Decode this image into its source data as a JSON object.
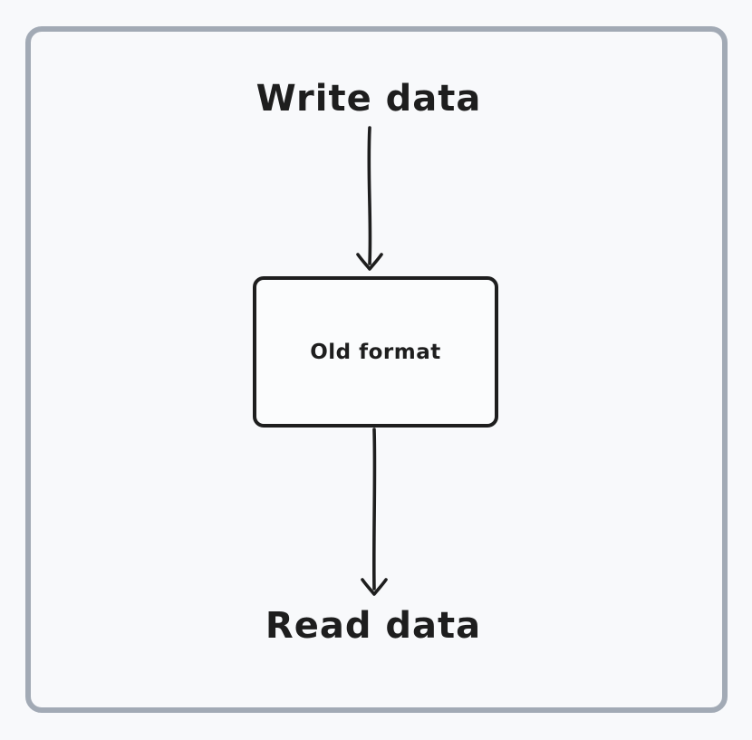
{
  "diagram": {
    "write_label": "Write data",
    "node_label": "Old format",
    "read_label": "Read data",
    "arrows": [
      {
        "name": "arrow-write-to-node",
        "direction": "down"
      },
      {
        "name": "arrow-node-to-read",
        "direction": "down"
      }
    ],
    "colors": {
      "background": "#f8f9fb",
      "frame_border": "#a2aab5",
      "stroke": "#1e1e1e",
      "node_fill": "#fbfcfd"
    }
  }
}
